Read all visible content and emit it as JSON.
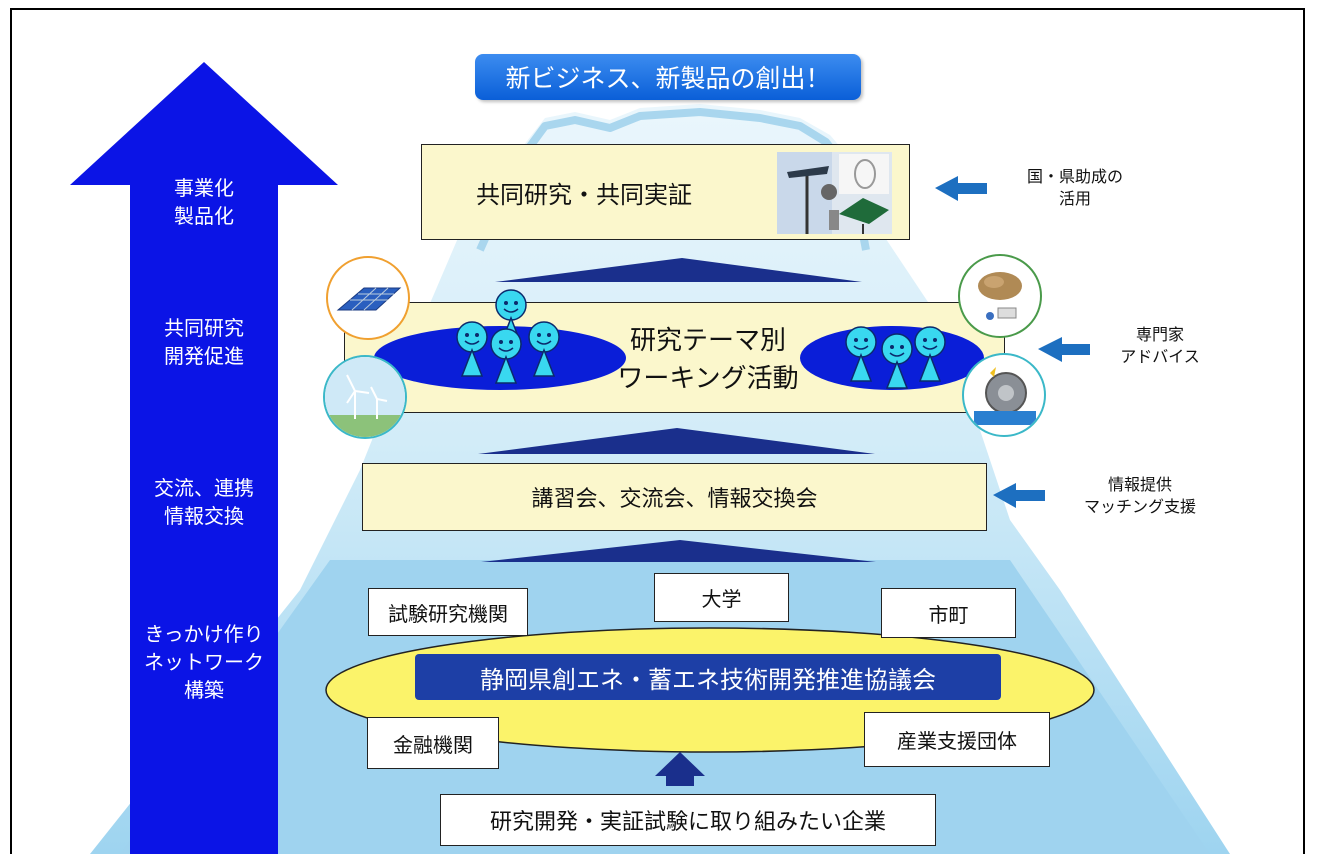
{
  "diagram": {
    "top_banner": "新ビジネス、新製品の創出！",
    "left_arrow_labels": [
      "事業化\n製品化",
      "共同研究\n開発促進",
      "交流、連携\n情報交換",
      "きっかけ作り\nネットワーク\n構築"
    ],
    "level4": {
      "text": "共同研究・共同実証",
      "support": "国・県助成の\n活用"
    },
    "level3": {
      "text": "研究テーマ別\nワーキング活動",
      "support": "専門家\nアドバイス"
    },
    "level2": {
      "text": "講習会、交流会、情報交換会",
      "support": "情報提供\nマッチング支援"
    },
    "members": {
      "research_institutes": "試験研究機関",
      "university": "大学",
      "municipalities": "市町",
      "council": "静岡県創エネ・蓄エネ技術開発推進協議会",
      "financial_institutions": "金融機関",
      "industry_support": "産業支援団体"
    },
    "bottom": "研究開発・実証試験に取り組みたい企業",
    "icons": [
      "solar-panel-icon",
      "wind-turbine-icon",
      "biomass-icon",
      "hydro-generator-icon",
      "person-icon"
    ],
    "colors": {
      "main_arrow": "#0b14e6",
      "mountain": "#a8d8f2",
      "box_fill": "#fbf7cc",
      "council": "#1d3fa6",
      "ellipse": "#fbf36a",
      "person": "#39d8f0"
    }
  }
}
